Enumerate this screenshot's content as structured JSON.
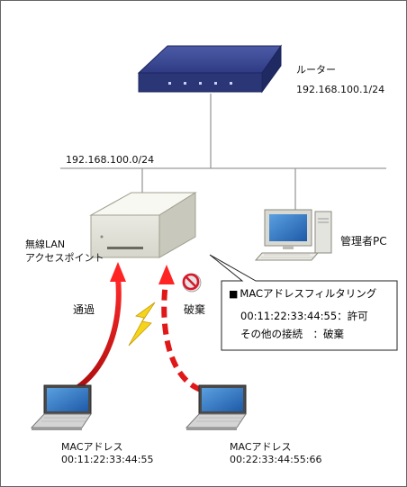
{
  "router": {
    "label": "ルーター",
    "ip": "192.168.100.1/24"
  },
  "network": {
    "subnet": "192.168.100.0/24"
  },
  "access_point": {
    "line1": "無線LAN",
    "line2": "アクセスポイント"
  },
  "admin_pc": {
    "label": "管理者PC"
  },
  "callout": {
    "title": "MACアドレスフィルタリング",
    "rule1": "00:11:22:33:44:55：許可",
    "rule2": "その他の接続　：破棄"
  },
  "arrows": {
    "allow": "通過",
    "deny": "破棄"
  },
  "laptop1": {
    "label": "MACアドレス",
    "mac": "00:11:22:33:44:55"
  },
  "laptop2": {
    "label": "MACアドレス",
    "mac": "00:22:33:44:55:66"
  },
  "colors": {
    "router": "#2e3c86",
    "arrow": "#e01818",
    "wifi": "#f2d21a",
    "deny_sign": "#d8182a"
  }
}
